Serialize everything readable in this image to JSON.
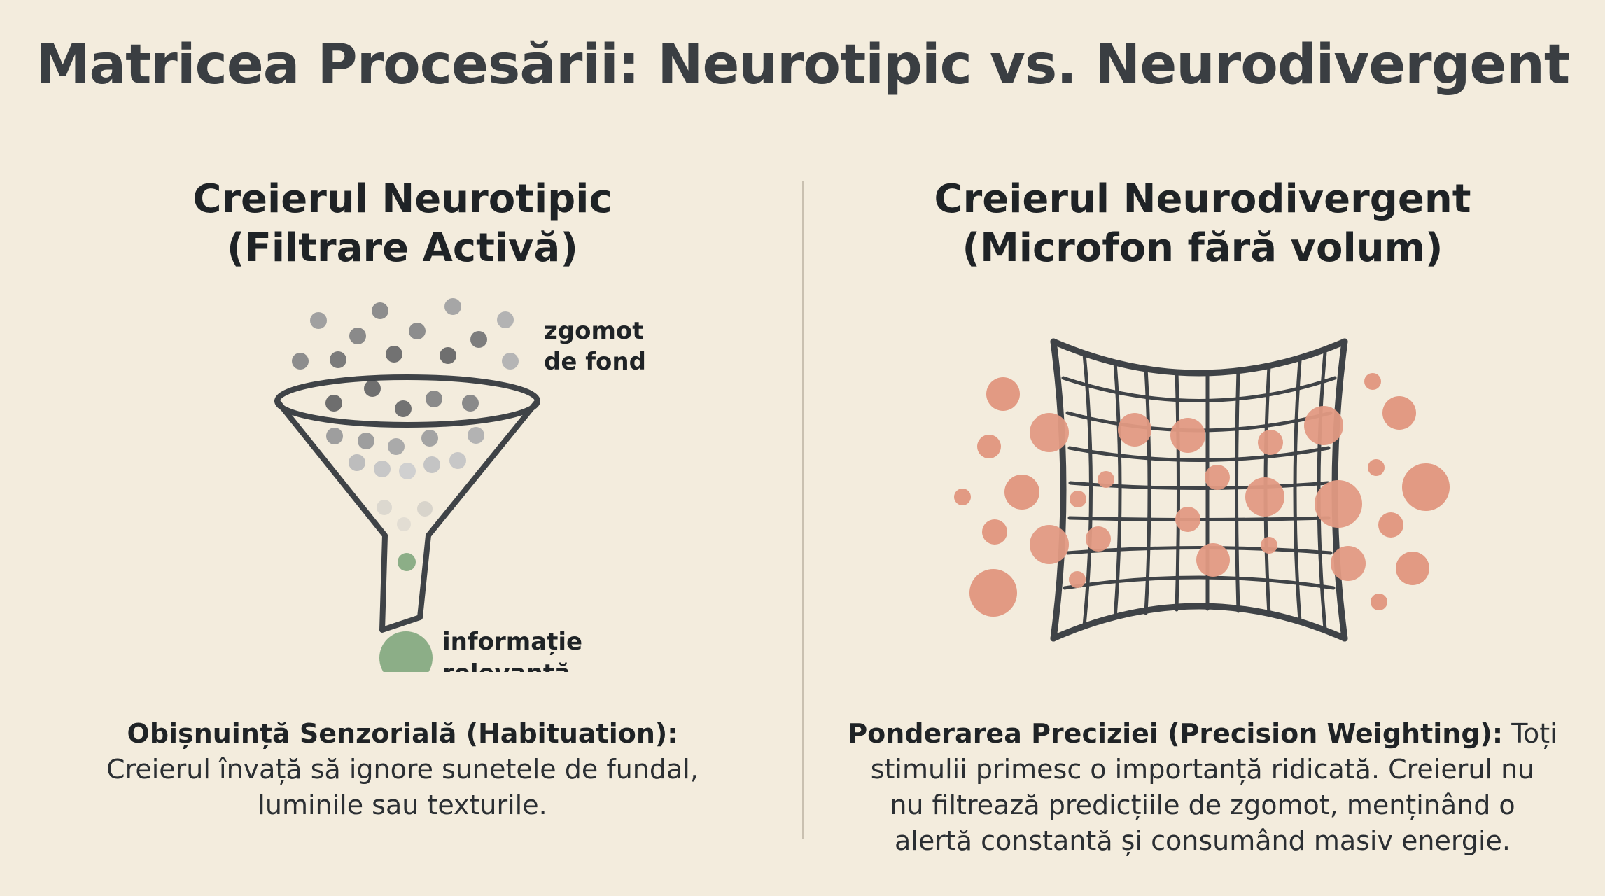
{
  "title": "Matricea Procesării: Neurotipic vs. Neurodivergent",
  "left_panel": {
    "heading_line1": "Creierul Neurotipic",
    "heading_line2": "(Filtrare Activă)",
    "noise_label_line1": "zgomot",
    "noise_label_line2": "de fond",
    "signal_label_line1": "informație",
    "signal_label_line2": "relevantă",
    "description_lead": "Obișnuință Senzorială (Habituation):",
    "description_line1": "Creierul învață să ignore sunetele de fundal,",
    "description_line2": "luminile sau texturile."
  },
  "right_panel": {
    "heading_line1": "Creierul Neurodivergent",
    "heading_line2": "(Microfon fără volum)",
    "description_lead": "Ponderarea Preciziei (Precision Weighting):",
    "description_tail": " Toți",
    "description_line1": "stimulii primesc o importanță ridicată. Creierul nu",
    "description_line2": "nu filtrează predicțiile de zgomot, menținând o",
    "description_line3": "alertă constantă și consumând masiv energie."
  },
  "colors": {
    "background": "#f3ecdd",
    "ink": "#3a3e42",
    "noise_dot": "#8d8d8d",
    "signal_dot": "#8cae87",
    "stimulus_dot": "#e29a83"
  },
  "icons": [
    "funnel-icon",
    "warped-grid-icon"
  ]
}
